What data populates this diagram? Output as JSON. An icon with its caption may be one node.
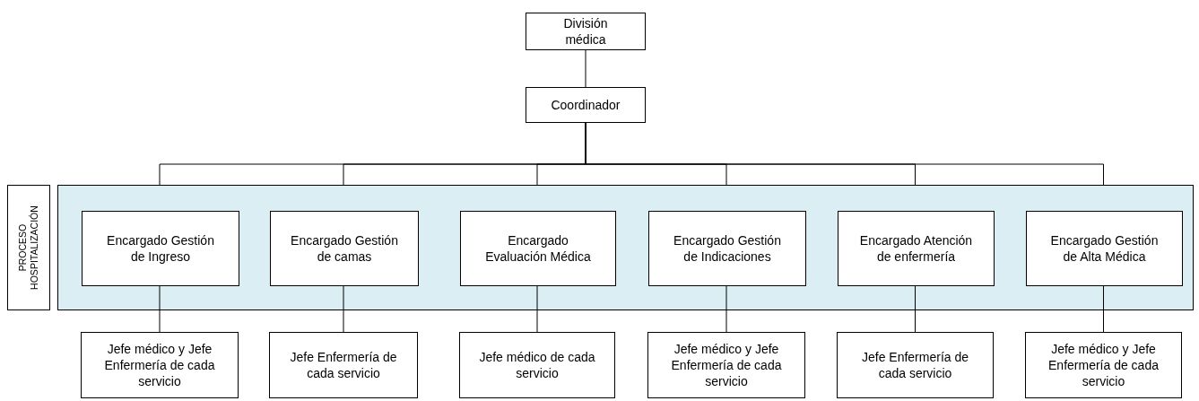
{
  "diagram": {
    "nodes": [
      {
        "text": [
          "División médica"
        ]
      },
      {
        "text": [
          "Coordinador"
        ]
      },
      {
        "text": [
          "PROCESO HOSPITALIZACIÓN"
        ]
      },
      {
        "text": [],
        "shape": "box"
      },
      {
        "text": [
          "Encargado Gestión de Ingreso"
        ],
        "in": 3
      },
      {
        "text": [
          "Encargado Gestión de camas"
        ],
        "in": 3
      },
      {
        "text": [
          "Encargado Evaluación Médica"
        ],
        "in": 3
      },
      {
        "text": [
          "Encargado Gestión de Indicaciones"
        ],
        "in": 3
      },
      {
        "text": [
          "Encargado Atención de enfermería"
        ],
        "in": 3
      },
      {
        "text": [
          "Encargado Gestión de Alta Médica"
        ],
        "in": 3
      },
      {
        "text": [
          "Jefe médico y Jefe Enfermería de cada servicio"
        ]
      },
      {
        "text": [
          "Jefe Enfermería de cada servicio"
        ]
      },
      {
        "text": [
          "Jefe médico de cada servicio"
        ]
      },
      {
        "text": [
          "Jefe médico y Jefe Enfermería de cada servicio"
        ]
      },
      {
        "text": [
          "Jefe Enfermería de cada servicio"
        ]
      },
      {
        "text": [
          "Jefe médico y Jefe Enfermería de cada servicio"
        ]
      }
    ],
    "edges": [
      {
        "from": 0,
        "to": 1,
        "arrow": "none"
      },
      {
        "from": 1,
        "to": 4,
        "arrow": "none"
      },
      {
        "from": 1,
        "to": 5,
        "arrow": "none"
      },
      {
        "from": 1,
        "to": 6,
        "arrow": "none"
      },
      {
        "from": 1,
        "to": 7,
        "arrow": "none"
      },
      {
        "from": 1,
        "to": 8,
        "arrow": "none"
      },
      {
        "from": 1,
        "to": 9,
        "arrow": "none"
      },
      {
        "from": 4,
        "to": 10,
        "arrow": "none"
      },
      {
        "from": 5,
        "to": 11,
        "arrow": "none"
      },
      {
        "from": 6,
        "to": 12,
        "arrow": "none"
      },
      {
        "from": 7,
        "to": 13,
        "arrow": "none"
      },
      {
        "from": 8,
        "to": 14,
        "arrow": "none"
      },
      {
        "from": 9,
        "to": 15,
        "arrow": "none"
      }
    ]
  }
}
